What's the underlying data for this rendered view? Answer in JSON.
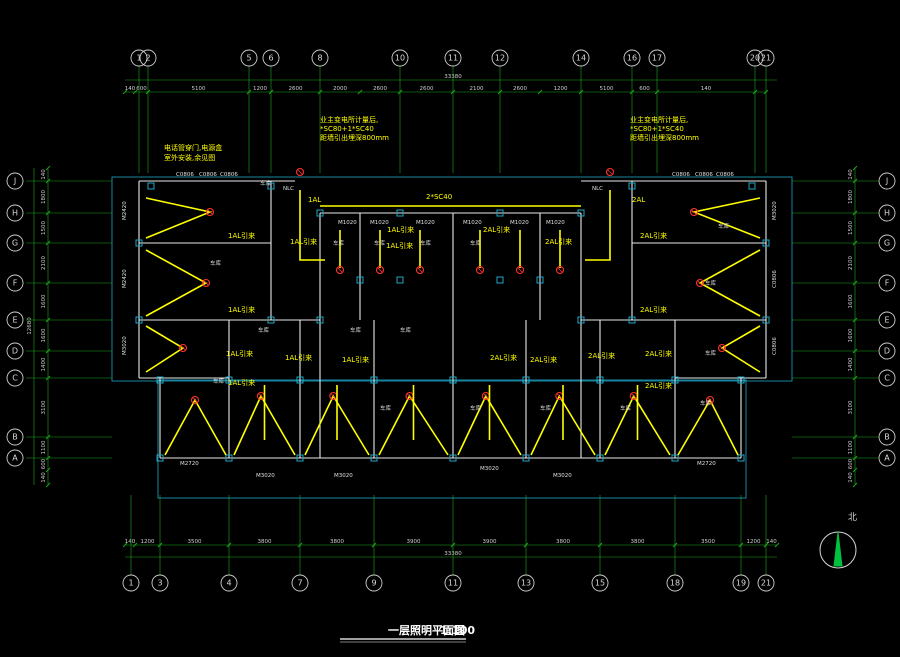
{
  "title": "一层照明平面图",
  "scale": "1:100",
  "north_label": "北",
  "grid_top": [
    "1",
    "2",
    "5",
    "6",
    "8",
    "10",
    "11",
    "12",
    "14",
    "16",
    "17",
    "20",
    "21"
  ],
  "grid_bottom": [
    "1",
    "3",
    "4",
    "7",
    "9",
    "11",
    "13",
    "15",
    "18",
    "19",
    "21"
  ],
  "grid_left": [
    "J",
    "H",
    "G",
    "F",
    "E",
    "D",
    "C",
    "B",
    "A"
  ],
  "grid_right": [
    "J",
    "H",
    "G",
    "F",
    "E",
    "D",
    "C",
    "B",
    "A"
  ],
  "dims_top_total": "33380",
  "dims_top": [
    "140",
    "600",
    "5100",
    "1200",
    "2600",
    "2000",
    "2600",
    "2600",
    "2100",
    "2600",
    "1200",
    "5100",
    "600",
    "140"
  ],
  "dims_bottom_total": "33380",
  "dims_bottom": [
    "140",
    "1200",
    "3500",
    "3800",
    "3800",
    "3900",
    "3900",
    "3800",
    "3800",
    "3500",
    "1200",
    "140"
  ],
  "dims_left_total": "12680",
  "dims_left": [
    "140",
    "1800",
    "1500",
    "2100",
    "1600",
    "1600",
    "1400",
    "3100",
    "1100",
    "600",
    "140"
  ],
  "dims_right": [
    "140",
    "1800",
    "1500",
    "2100",
    "1600",
    "1600",
    "1400",
    "3100",
    "1100",
    "600",
    "140"
  ],
  "note_left": [
    "电话管穿门,电源盒",
    "室外安装,余见图"
  ],
  "note_meter_left": [
    "业主变电所计量后,",
    "*SC80+1*SC40",
    "距墙引出埋深800mm"
  ],
  "note_meter_right": [
    "业主变电所计量后,",
    "*SC80+1*SC40",
    "距墙引出埋深800mm"
  ],
  "win_codes": [
    "C0806",
    "C0806",
    "C0806"
  ],
  "door_codes": [
    "M1020",
    "M1020",
    "M1020",
    "M1020",
    "M1020",
    "M1020"
  ],
  "door_bottom": [
    "M2720",
    "M3020",
    "M3020",
    "M3020",
    "M3020",
    "M2720"
  ],
  "bus_label": "2*SC40",
  "labels_1al": [
    "1AL引来",
    "1AL引来",
    "1AL引来",
    "1AL引来",
    "1AL引来",
    "1AL引来",
    "1AL引来",
    "1AL引来",
    "1AL引来"
  ],
  "labels_2al": [
    "2AL引来",
    "2AL引来",
    "2AL引来",
    "2AL引来",
    "2AL引来",
    "2AL引来",
    "2AL引来",
    "2AL引来",
    "2AL引来"
  ],
  "garage_label": "车库",
  "panel_nlc": "NLC",
  "side_codes": [
    "M2420",
    "M2420",
    "M3020",
    "M3020",
    "C0806",
    "C0806"
  ],
  "al_tags": [
    "1AL",
    "2AL"
  ],
  "colors": {
    "wire": "#ffff00",
    "wall": "#e8e8e8",
    "grid": "#1aa81a",
    "cyan": "#1fa8c8",
    "lamp": "#ff3030",
    "background": "#000000"
  }
}
